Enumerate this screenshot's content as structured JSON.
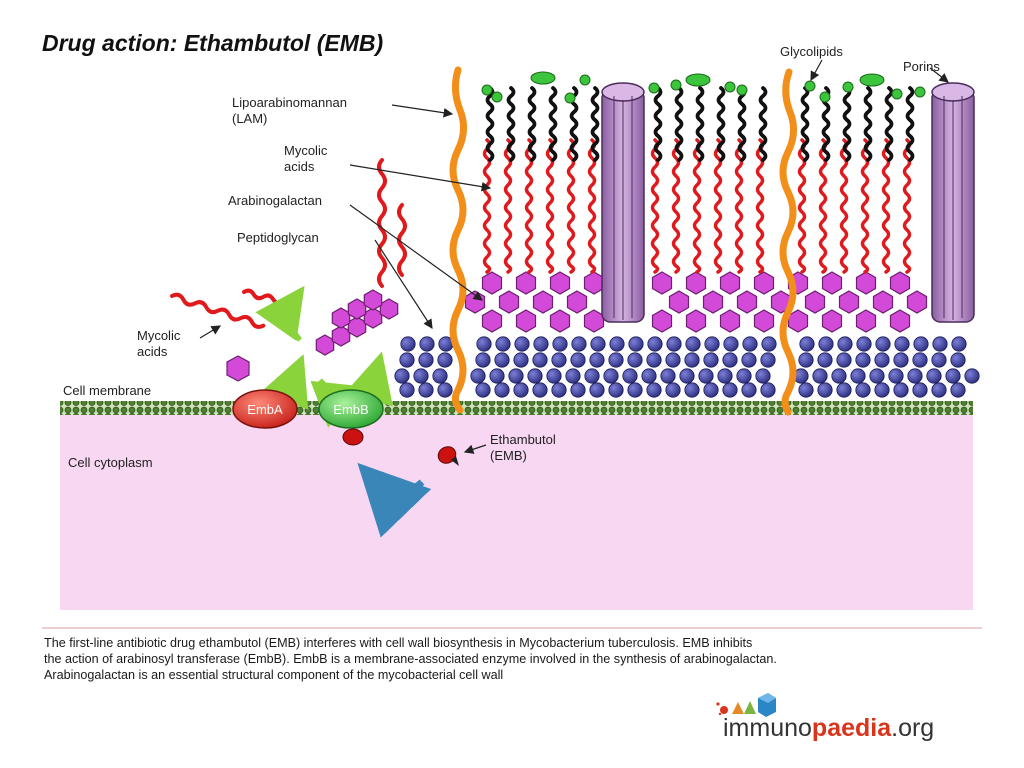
{
  "title": "Drug action: Ethambutol (EMB)",
  "labels": {
    "lam_line1": "Lipoarabinomannan",
    "lam_line2": "(LAM)",
    "mycolic_top_line1": "Mycolic",
    "mycolic_top_line2": "acids",
    "arabinogalactan": "Arabinogalactan",
    "peptidoglycan": "Peptidoglycan",
    "mycolic_left_line1": "Mycolic",
    "mycolic_left_line2": "acids",
    "cell_membrane": "Cell membrane",
    "cell_cytoplasm": "Cell cytoplasm",
    "glycolipids": "Glycolipids",
    "porins": "Porins",
    "ethambutol_line1": "Ethambutol",
    "ethambutol_line2": "(EMB)",
    "emba": "EmbA",
    "embb": "EmbB"
  },
  "caption": {
    "line1": "The first-line antibiotic drug ethambutol (EMB) interferes with cell wall biosynthesis in Mycobacterium tuberculosis. EMB inhibits",
    "line2": "the action of arabinosyl transferase (EmbB). EmbB is a membrane-associated enzyme involved in the synthesis of arabinogalactan.",
    "line3": "Arabinogalactan is an essential structural component of the mycobacterial cell wall"
  },
  "logo": {
    "prefix": "immuno",
    "accent": "paedia",
    "suffix": ".org"
  },
  "colors": {
    "cytoplasm": "#f7d7f2",
    "membrane": "#5a8a3a",
    "peptidoglycan": "#3d3f9e",
    "arabinogalactan": "#d44ad8",
    "mycolic_acid": "#e0191d",
    "lipid_tail": "#111111",
    "glycolipid_head": "#3cc43c",
    "lam": "#f28f1a",
    "porin": "#b98cc8",
    "emba": "#e0322a",
    "embb": "#39c23f",
    "ethambutol": "#cc1111",
    "arrow_blue": "#3a86b9",
    "arrow_green": "#8ad33a"
  }
}
